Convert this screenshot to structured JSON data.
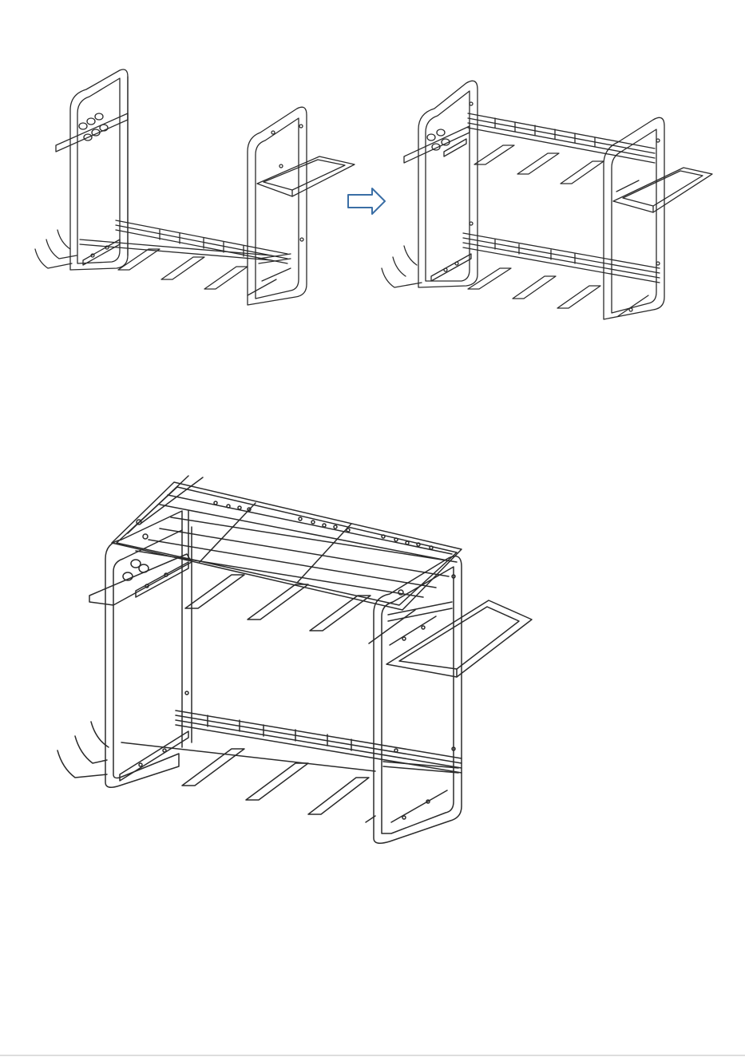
{
  "figure": {
    "steps": [
      {
        "name": "step-1-parts"
      },
      {
        "name": "step-2-partial-assembly"
      },
      {
        "name": "step-3-final-assembly"
      }
    ],
    "colors": {
      "line": "#2a2a2a",
      "arrow": "#3a6ea5",
      "background": "#ffffff"
    },
    "icons": [
      "right-arrow-icon"
    ]
  }
}
